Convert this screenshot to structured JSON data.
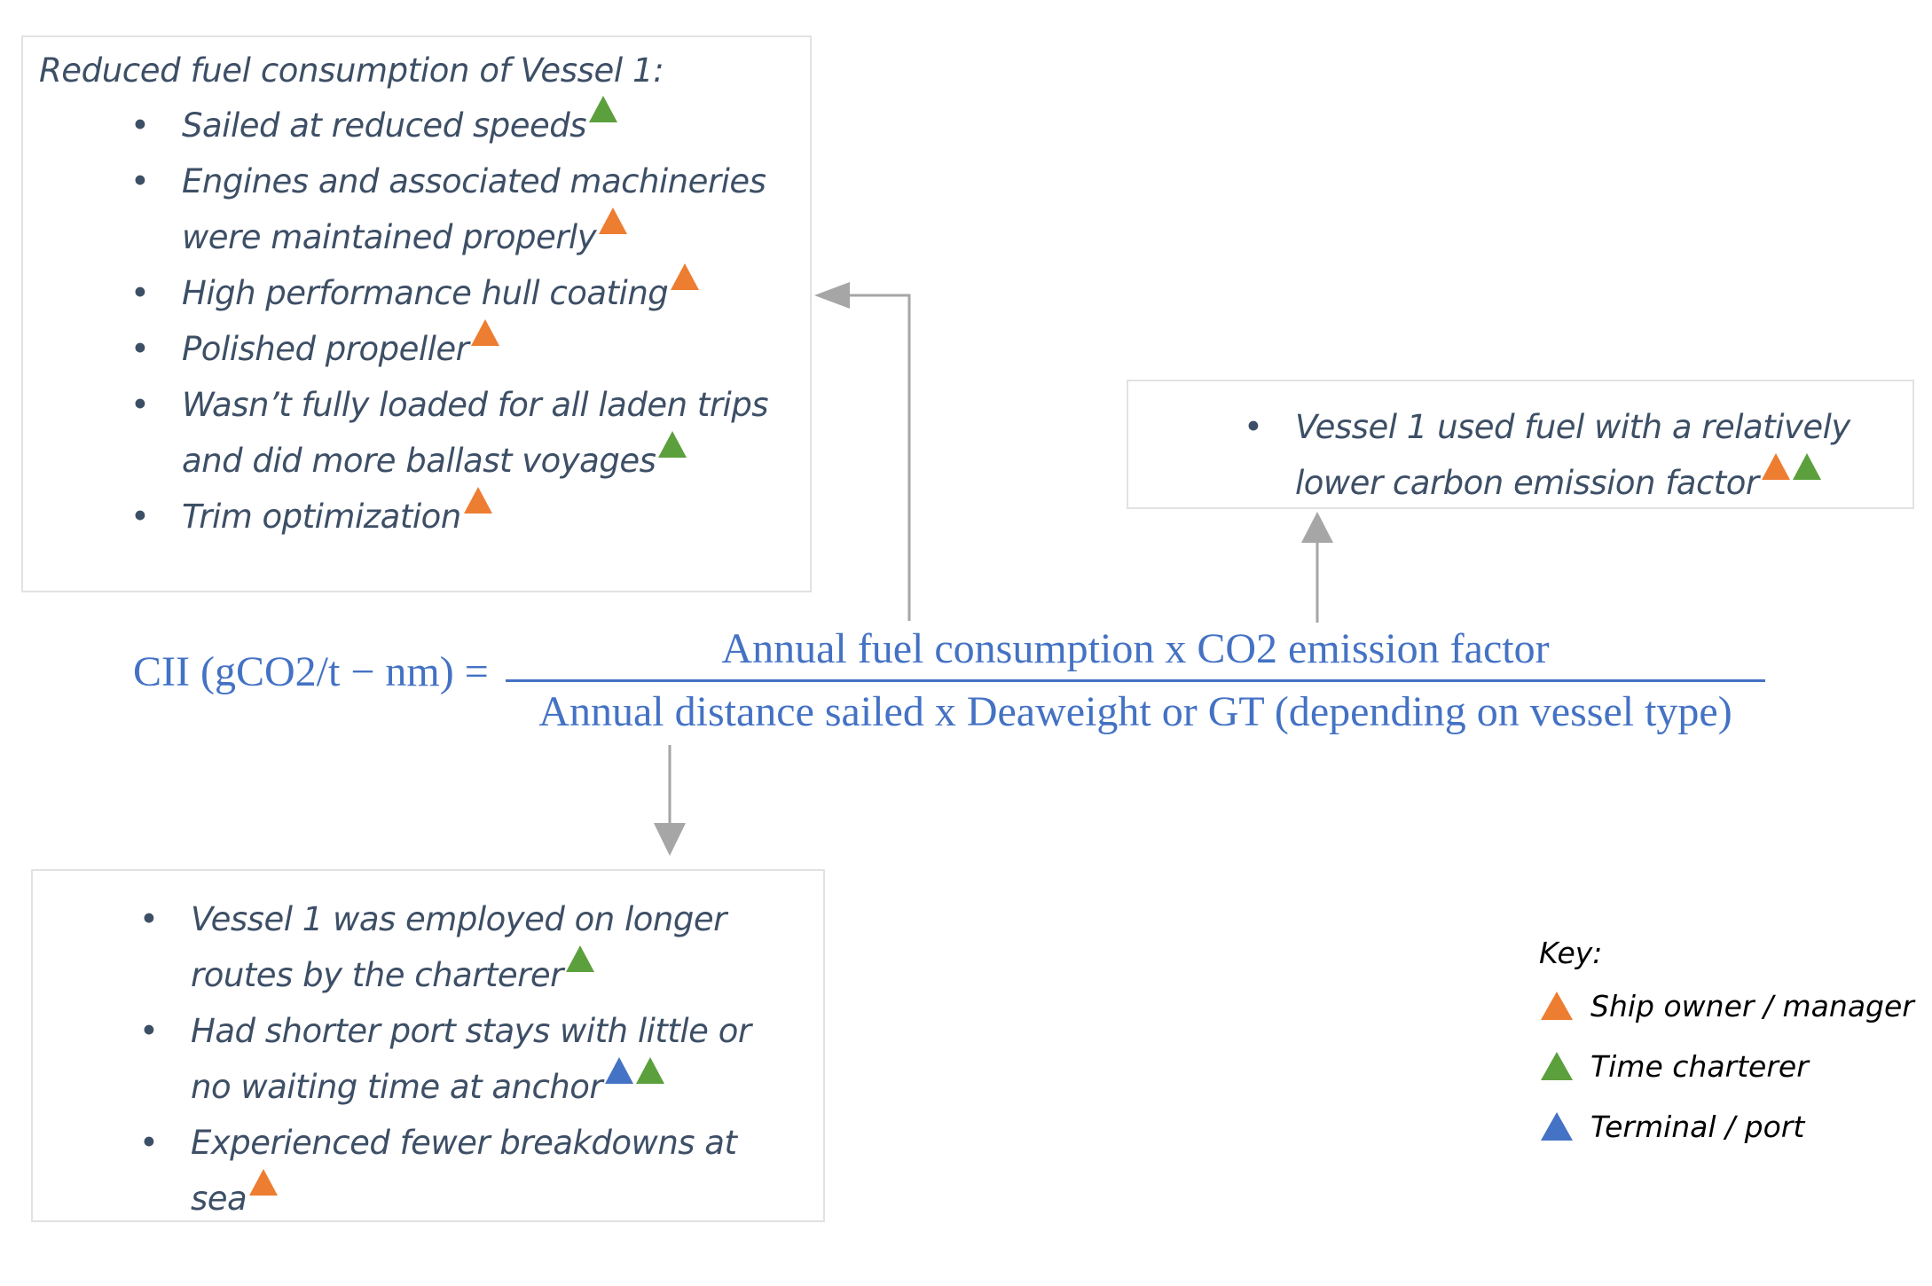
{
  "diagram": {
    "title_text": "Reduced fuel consumption of Vessel 1:",
    "colors": {
      "ship_owner": "#ED7D31",
      "time_charterer": "#5BA03C",
      "terminal_port": "#4472C4",
      "body_text": "#3D4F66",
      "formula_text": "#4472C4",
      "box_border": "#E2E2E2",
      "connector": "#A6A6A6"
    }
  },
  "box_reduced_fuel": {
    "heading": "Reduced fuel consumption of Vessel 1:",
    "bullets": [
      {
        "text": "Sailed at reduced speeds",
        "markers": [
          "time_charterer"
        ]
      },
      {
        "text": "Engines and associated machineries were maintained properly",
        "markers": [
          "ship_owner"
        ]
      },
      {
        "text": "High performance hull coating",
        "markers": [
          "ship_owner"
        ]
      },
      {
        "text": "Polished propeller",
        "markers": [
          "ship_owner"
        ]
      },
      {
        "text": "Wasn’t fully loaded for all laden trips and did more ballast voyages",
        "markers": [
          "time_charterer"
        ]
      },
      {
        "text": "Trim optimization",
        "markers": [
          "ship_owner"
        ]
      }
    ]
  },
  "box_fuel_factor": {
    "bullets": [
      {
        "text": "Vessel 1 used fuel with a relatively lower carbon emission factor",
        "markers": [
          "ship_owner",
          "time_charterer"
        ]
      }
    ]
  },
  "box_employment": {
    "bullets": [
      {
        "text": "Vessel 1 was employed on longer routes by the charterer",
        "markers": [
          "time_charterer"
        ]
      },
      {
        "text": "Had shorter port stays with little or no waiting time at anchor",
        "markers": [
          "terminal_port",
          "time_charterer"
        ]
      },
      {
        "text": "Experienced fewer breakdowns at sea",
        "markers": [
          "ship_owner"
        ]
      }
    ]
  },
  "formula": {
    "lhs": "CII (gCO2/t − nm) =",
    "numerator": "Annual fuel consumption x CO2 emission factor",
    "denominator": "Annual distance sailed x Deaweight  or GT (depending on vessel type)"
  },
  "key": {
    "title": "Key:",
    "items": [
      {
        "label": "Ship owner / manager",
        "color_name": "ship_owner"
      },
      {
        "label": "Time charterer",
        "color_name": "time_charterer"
      },
      {
        "label": "Terminal / port",
        "color_name": "terminal_port"
      }
    ]
  },
  "connectors": [
    {
      "name": "numerator-to-reduced-fuel",
      "direction": "left"
    },
    {
      "name": "denominator-to-employment",
      "direction": "down"
    },
    {
      "name": "emission-factor-to-fuel-box",
      "direction": "up"
    }
  ]
}
